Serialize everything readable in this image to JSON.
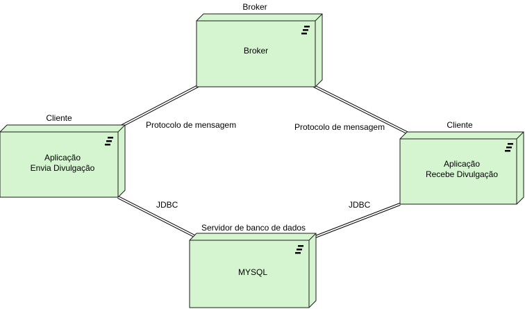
{
  "colors": {
    "node_fill": "#d5f5d0",
    "node_stroke": "#1a1a1a",
    "connector": "#000000"
  },
  "nodes": {
    "broker": {
      "stereotype": "Broker",
      "line1": "Broker",
      "line2": "",
      "icon": "node-icon"
    },
    "cliente_envia": {
      "stereotype": "Cliente",
      "line1": "Aplicação",
      "line2": "Envia Divulgação",
      "icon": "node-icon"
    },
    "cliente_recebe": {
      "stereotype": "Cliente",
      "line1": "Aplicação",
      "line2": "Recebe Divulgação",
      "icon": "node-icon"
    },
    "mysql": {
      "stereotype": "Servidor de banco de dados",
      "line1": "MYSQL",
      "line2": "",
      "icon": "node-icon"
    }
  },
  "connectors": {
    "broker_envia": "Protocolo de mensagem",
    "broker_recebe": "Protocolo de mensagem",
    "envia_mysql": "JDBC",
    "recebe_mysql": "JDBC"
  }
}
